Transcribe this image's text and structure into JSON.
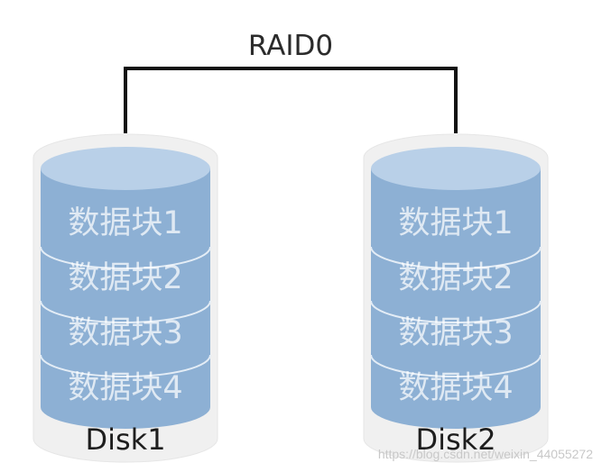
{
  "title": "RAID0",
  "disks": [
    {
      "label": "Disk1",
      "blocks": [
        "数据块1",
        "数据块2",
        "数据块3",
        "数据块4"
      ]
    },
    {
      "label": "Disk2",
      "blocks": [
        "数据块1",
        "数据块2",
        "数据块3",
        "数据块4"
      ]
    }
  ],
  "watermark": "https://blog.csdn.net/weixin_44055272",
  "colors": {
    "block_fill": "#8db0d4",
    "block_top": "#b9d0e8",
    "block_divider": "#e4edf6",
    "disk_shell": "#f0f0f0",
    "connector": "#111111"
  }
}
